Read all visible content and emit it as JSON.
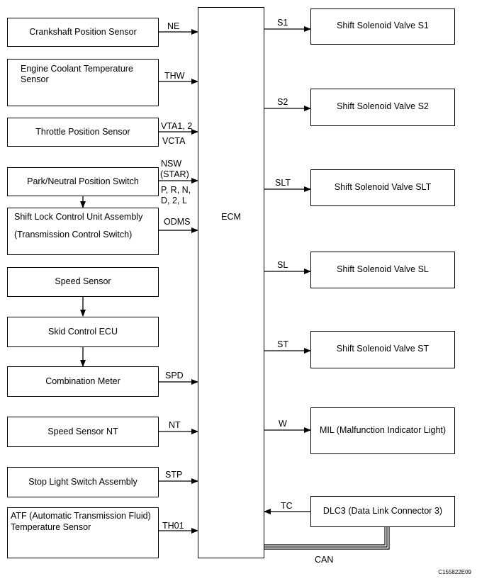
{
  "ecm": "ECM",
  "inputs": {
    "crankshaft": "Crankshaft Position Sensor",
    "coolant_l1": "Engine Coolant Temperature",
    "coolant_l2": "Sensor",
    "throttle": "Throttle Position Sensor",
    "pnp": "Park/Neutral Position Switch",
    "shiftlock_l1": "Shift Lock Control Unit Assembly",
    "shiftlock_l2": "(Transmission Control Switch)",
    "speed_sensor": "Speed Sensor",
    "skid": "Skid Control ECU",
    "combination": "Combination Meter",
    "speed_nt": "Speed Sensor NT",
    "stop_light": "Stop Light Switch Assembly",
    "atf_l1": "ATF (Automatic Transmission Fluid)",
    "atf_l2": "Temperature Sensor"
  },
  "outputs": {
    "s1": "Shift Solenoid Valve S1",
    "s2": "Shift Solenoid Valve S2",
    "slt": "Shift Solenoid Valve SLT",
    "sl": "Shift Solenoid Valve SL",
    "st": "Shift Solenoid Valve ST",
    "mil": "MIL (Malfunction Indicator Light)",
    "dlc3": "DLC3 (Data Link Connector 3)"
  },
  "signals": {
    "ne": "NE",
    "thw": "THW",
    "vta": "VTA1, 2",
    "vcta": "VCTA",
    "nsw": "NSW",
    "star": "(STAR)",
    "prn": "P, R, N,",
    "d2l": "D, 2, L",
    "odms": "ODMS",
    "spd": "SPD",
    "nt": "NT",
    "stp": "STP",
    "th01": "TH01",
    "s1": "S1",
    "s2": "S2",
    "slt": "SLT",
    "sl": "SL",
    "st": "ST",
    "w": "W",
    "tc": "TC",
    "can": "CAN"
  },
  "figure_code": "C155822E09"
}
